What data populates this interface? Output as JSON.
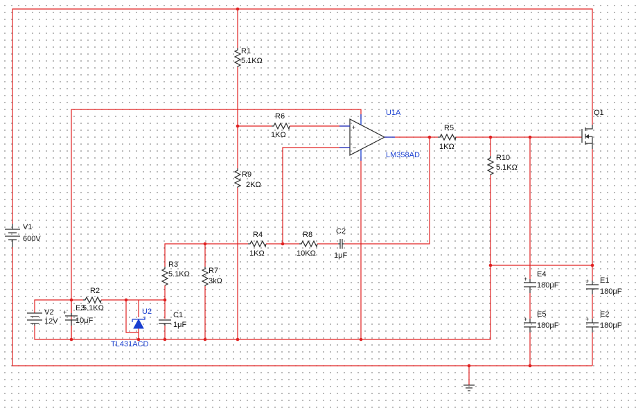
{
  "components": {
    "V1": {
      "ref": "V1",
      "value": "600V"
    },
    "V2": {
      "ref": "V2",
      "value": "12V"
    },
    "R1": {
      "ref": "R1",
      "value": "5.1KΩ"
    },
    "R2": {
      "ref": "R2",
      "value": "5.1KΩ"
    },
    "R3": {
      "ref": "R3",
      "value": "5.1KΩ"
    },
    "R4": {
      "ref": "R4",
      "value": "1KΩ"
    },
    "R5": {
      "ref": "R5",
      "value": "1KΩ"
    },
    "R6": {
      "ref": "R6",
      "value": "1KΩ"
    },
    "R7": {
      "ref": "R7",
      "value": "3kΩ"
    },
    "R8": {
      "ref": "R8",
      "value": "10KΩ"
    },
    "R9": {
      "ref": "R9",
      "value": "2KΩ"
    },
    "R10": {
      "ref": "R10",
      "value": "5.1KΩ"
    },
    "C1": {
      "ref": "C1",
      "value": "1μF"
    },
    "C2": {
      "ref": "C2",
      "value": "1μF"
    },
    "E1": {
      "ref": "E1",
      "value": "180μF"
    },
    "E2": {
      "ref": "E2",
      "value": "180μF"
    },
    "E3": {
      "ref": "E3",
      "value": "10μF"
    },
    "E4": {
      "ref": "E4",
      "value": "180μF"
    },
    "E5": {
      "ref": "E5",
      "value": "180μF"
    },
    "U1A": {
      "ref": "U1A",
      "value": "LM358AD"
    },
    "U2": {
      "ref": "U2",
      "value": "TL431ACD"
    },
    "Q1": {
      "ref": "Q1"
    }
  },
  "colors": {
    "wire": "#e02020",
    "component": "#2b2b2b",
    "ic": "#1a3fd0",
    "grid_dot": "#7a7a7a"
  }
}
